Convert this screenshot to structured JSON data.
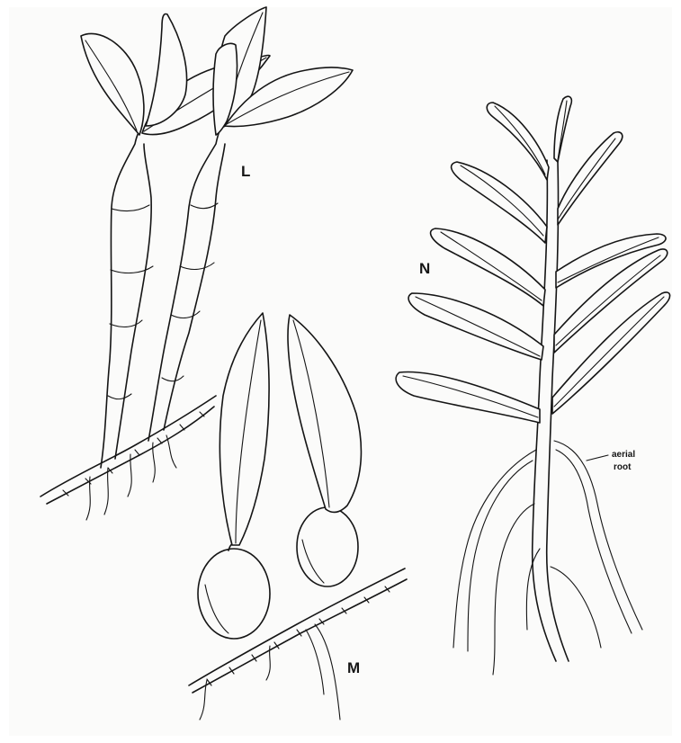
{
  "figure": {
    "label_L": "L",
    "label_M": "M",
    "label_N": "N",
    "annotation_aerial_root": [
      "aerial",
      "root"
    ]
  },
  "colors": {
    "ink": "#151515",
    "paper": "#fbfbfa"
  }
}
